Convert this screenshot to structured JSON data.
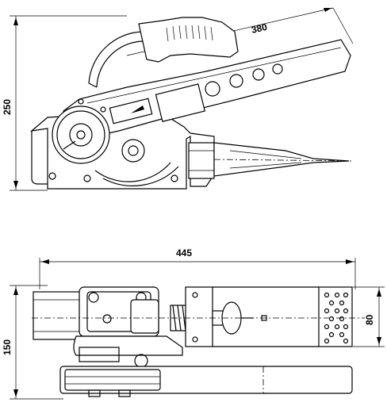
{
  "drawing": {
    "side_view": {
      "height_label": "250",
      "length_label": "380"
    },
    "top_view": {
      "length_label": "445",
      "width_label": "150",
      "block_width_label": "80"
    }
  }
}
